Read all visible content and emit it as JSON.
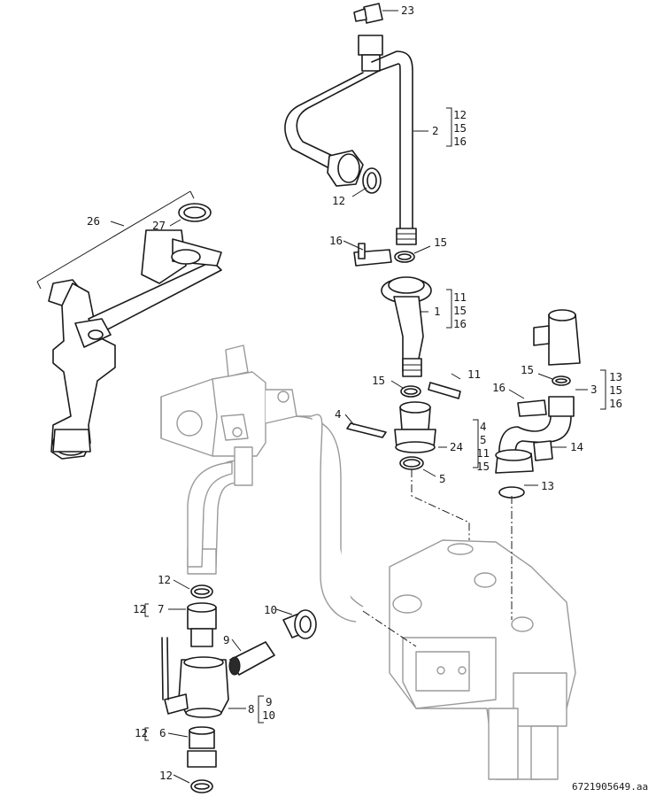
{
  "callouts": {
    "c23": "23",
    "c2": "2",
    "c2_refs": [
      "12",
      "15",
      "16"
    ],
    "c12_upper": "12",
    "c26": "26",
    "c27": "27",
    "c16_upper": "16",
    "c15_upper": "15",
    "c1": "1",
    "c1_refs": [
      "11",
      "15",
      "16"
    ],
    "c11": "11",
    "c15_mid": "15",
    "c15_right": "15",
    "c3": "3",
    "c3_refs": [
      "13",
      "15",
      "16"
    ],
    "c16_right": "16",
    "c4": "4",
    "c24": "24",
    "c24_refs": [
      "4",
      "5",
      "11",
      "15"
    ],
    "c14": "14",
    "c5": "5",
    "c13": "13",
    "c12_a": "12",
    "c7": "7",
    "c12_b": "12",
    "c10": "10",
    "c9": "9",
    "c8": "8",
    "c8_refs": [
      "9",
      "10"
    ],
    "c6": "6",
    "c12_c": "12",
    "c12_d": "12"
  },
  "document_number": "6721905649.aa"
}
